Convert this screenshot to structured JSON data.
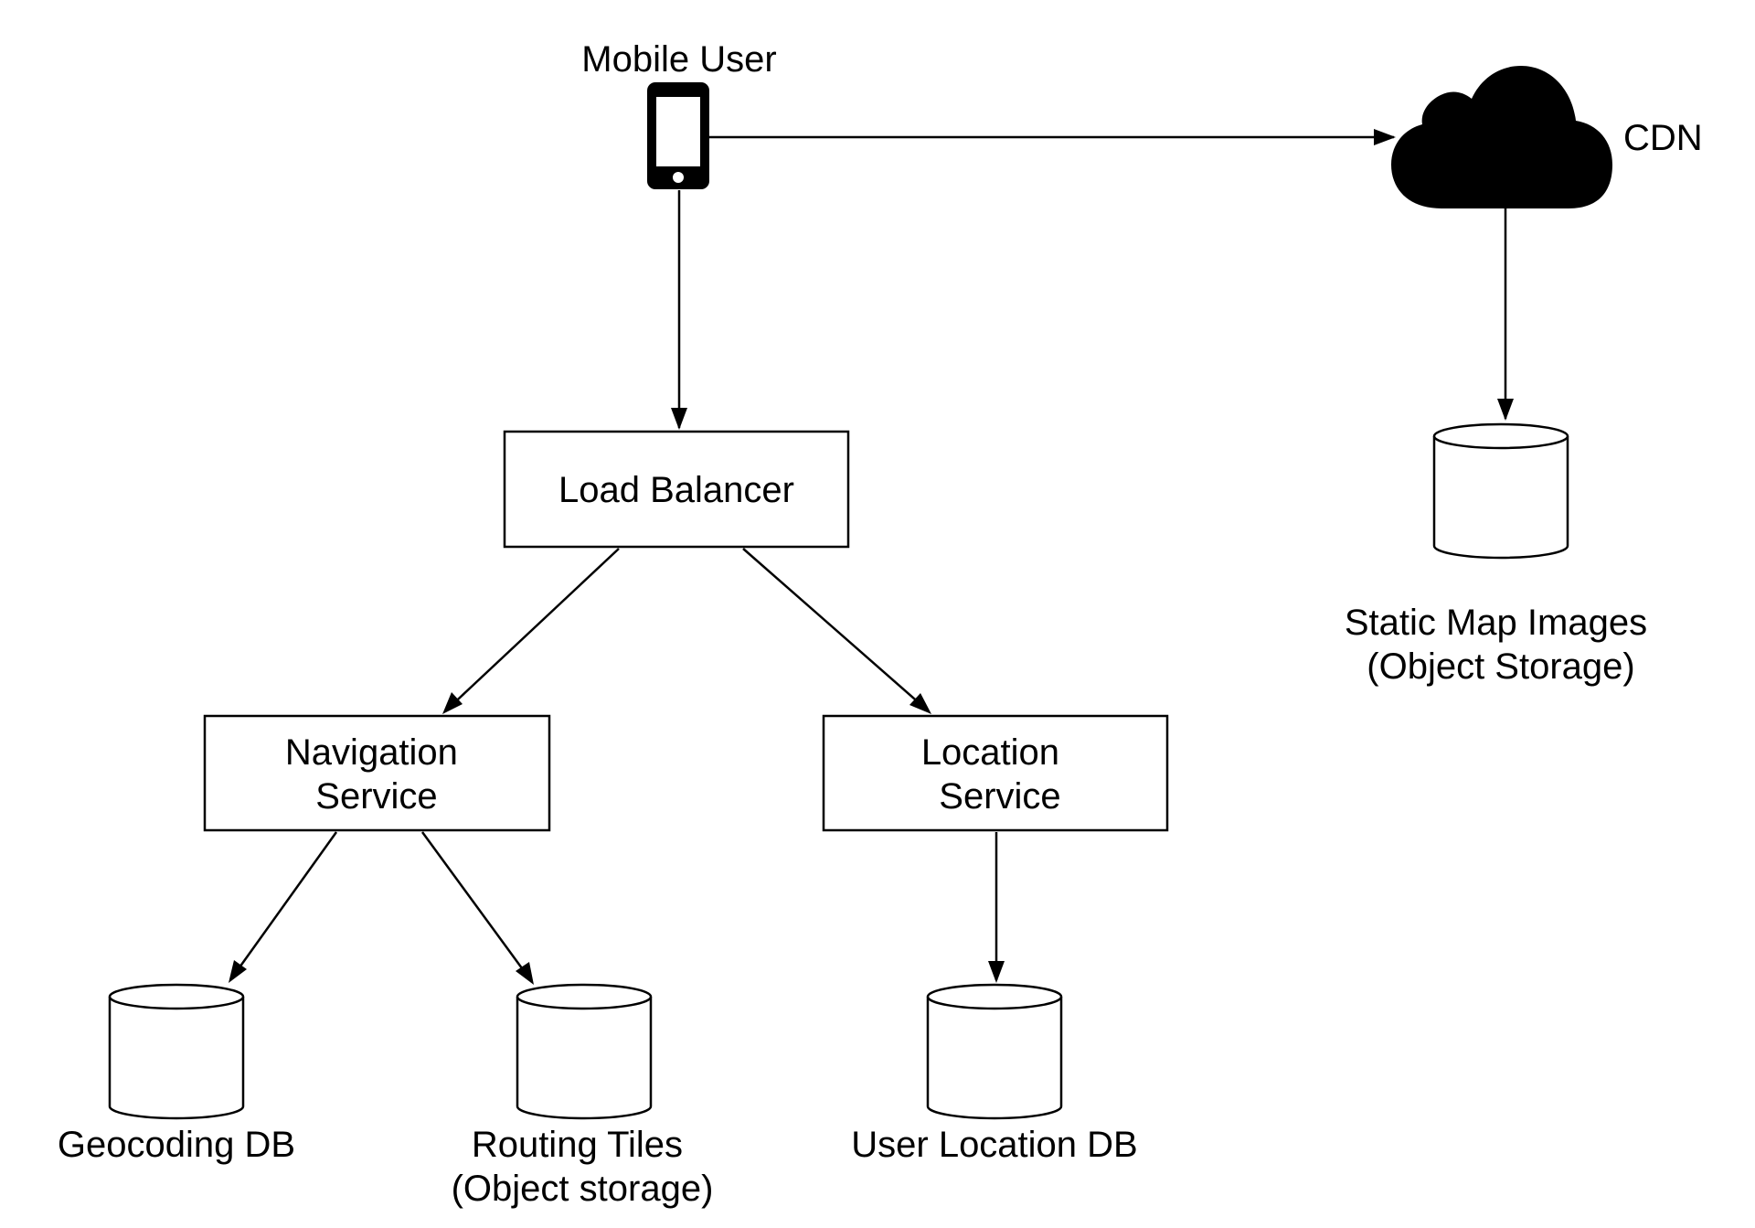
{
  "nodes": {
    "mobile_user": {
      "label": "Mobile User"
    },
    "cdn": {
      "label": "CDN"
    },
    "load_balancer": {
      "label": "Load Balancer"
    },
    "navigation_service": {
      "lines": [
        "Navigation",
        "Service"
      ]
    },
    "location_service": {
      "lines": [
        "Location",
        "Service"
      ]
    },
    "static_map_images": {
      "lines": [
        "Static Map Images",
        "(Object Storage)"
      ]
    },
    "geocoding_db": {
      "label": "Geocoding DB"
    },
    "routing_tiles": {
      "lines": [
        "Routing Tiles",
        "(Object storage)"
      ]
    },
    "user_location_db": {
      "label": "User Location DB"
    }
  },
  "icons": {
    "mobile_user": "phone-icon",
    "cdn": "cloud-icon"
  },
  "colors": {
    "stroke": "#000000",
    "background": "#ffffff"
  }
}
